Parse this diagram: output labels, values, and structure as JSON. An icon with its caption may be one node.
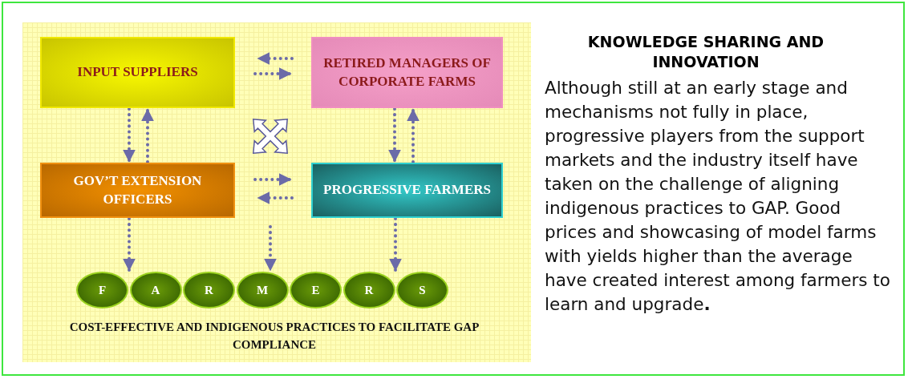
{
  "diagram": {
    "title": "KNOWLEDGE SHARING AND INNOVATION",
    "nodes": [
      {
        "text": [
          "INPUT SUPPLIERS"
        ]
      },
      {
        "text": [
          "RETIRED MANAGERS OF CORPORATE FARMS"
        ]
      },
      {
        "text": [
          "GOV’T EXTENSION OFFICERS"
        ]
      },
      {
        "text": [
          "PROGRESSIVE FARMERS"
        ]
      },
      {
        "text": [
          "F"
        ]
      },
      {
        "text": [
          "A"
        ]
      },
      {
        "text": [
          "R"
        ]
      },
      {
        "text": [
          "M"
        ]
      },
      {
        "text": [
          "E"
        ]
      },
      {
        "text": [
          "R"
        ]
      },
      {
        "text": [
          "S"
        ]
      }
    ],
    "edges": [
      {
        "from": 1,
        "to": 0,
        "arrow": "to"
      },
      {
        "from": 0,
        "to": 1,
        "arrow": "to"
      },
      {
        "from": 0,
        "to": 2,
        "arrow": "to"
      },
      {
        "from": 2,
        "to": 0,
        "arrow": "to"
      },
      {
        "from": 1,
        "to": 3,
        "arrow": "to"
      },
      {
        "from": 3,
        "to": 1,
        "arrow": "to"
      },
      {
        "from": 2,
        "to": 3,
        "arrow": "to"
      },
      {
        "from": 3,
        "to": 2,
        "arrow": "to"
      },
      {
        "from": 2,
        "to": 4,
        "arrow": "to"
      },
      {
        "from": null,
        "to": 7,
        "arrow": "to"
      },
      {
        "from": 3,
        "to": 9,
        "arrow": "to"
      }
    ],
    "labels": [
      "COST-EFFECTIVE AND INDIGENOUS PRACTICES TO FACILITATE GAP COMPLIANCE",
      "Although still at an early stage and mechanisms not fully in place, progressive players from the support markets and the industry itself have taken on the challenge of aligning indigenous practices to GAP. Good prices and showcasing of model farms with yields higher than the average have created interest among farmers to learn and upgrade**.**"
    ]
  }
}
